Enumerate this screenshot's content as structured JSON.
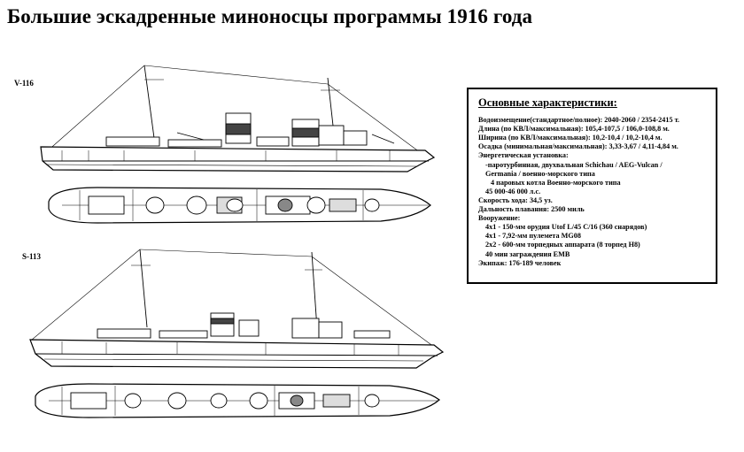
{
  "title": "Большие эскадренные миноносцы программы 1916 года",
  "ships": [
    {
      "label": "V-116"
    },
    {
      "label": "S-113"
    }
  ],
  "specs": {
    "heading": "Основные характеристики:",
    "lines": [
      {
        "text": "Водоизмещение(стандартное/полное): 2040-2060 / 2354-2415 т.",
        "indent": 0
      },
      {
        "text": "Длина (по КВЛ/максимальная): 105,4-107,5 / 106,0-108,8 м.",
        "indent": 0
      },
      {
        "text": "Ширина (по КВЛ/максимальная): 10,2-10,4 / 10,2-10,4 м.",
        "indent": 0
      },
      {
        "text": "Осадка (минимальная/максимальная): 3,33-3,67 / 4,11-4,84 м.",
        "indent": 0
      },
      {
        "text": "Энергетическая установка:",
        "indent": 0
      },
      {
        "text": "-паротурбинная, двухвальная Schichau / AEG-Vulcan /",
        "indent": 1
      },
      {
        "text": "Germania / военно-морского типа",
        "indent": 1
      },
      {
        "text": "4 паровых котла Военно-морского типа",
        "indent": 2
      },
      {
        "text": "45 000-46 000 л.с.",
        "indent": 1
      },
      {
        "text": "Скорость хода: 34,5 уз.",
        "indent": 0
      },
      {
        "text": "Дальность плавания: 2500 миль",
        "indent": 0
      },
      {
        "text": "Вооружение:",
        "indent": 0
      },
      {
        "text": "4x1 - 150-мм орудия Utof L/45 C/16 (360 снарядов)",
        "indent": 1
      },
      {
        "text": "4x1 - 7,92-мм пулемета MG08",
        "indent": 1
      },
      {
        "text": "2x2 - 600-мм торпедных аппарата (8 торпед H8)",
        "indent": 1
      },
      {
        "text": "40 мин заграждения EMB",
        "indent": 1
      },
      {
        "text": "Экипаж: 176-189 человек",
        "indent": 0
      }
    ]
  }
}
